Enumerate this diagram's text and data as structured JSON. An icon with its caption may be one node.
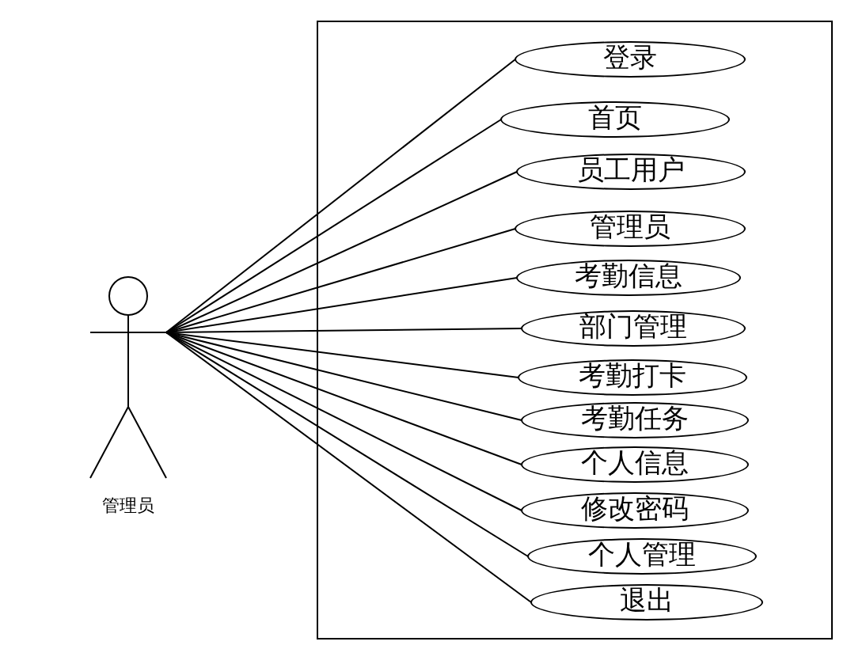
{
  "diagram": {
    "nodes": [
      {
        "text": [
          "管理员"
        ]
      },
      {
        "text": [],
        "shape": "box"
      },
      {
        "text": [
          "登录"
        ],
        "in": 1
      },
      {
        "text": [
          "首页"
        ],
        "in": 1
      },
      {
        "text": [
          "员工用户"
        ],
        "in": 1
      },
      {
        "text": [
          "管理员"
        ],
        "in": 1
      },
      {
        "text": [
          "考勤信息"
        ],
        "in": 1
      },
      {
        "text": [
          "部门管理"
        ],
        "in": 1
      },
      {
        "text": [
          "考勤打卡"
        ],
        "in": 1
      },
      {
        "text": [
          "考勤任务"
        ],
        "in": 1
      },
      {
        "text": [
          "个人信息"
        ],
        "in": 1
      },
      {
        "text": [
          "修改密码"
        ],
        "in": 1
      },
      {
        "text": [
          "个人管理"
        ],
        "in": 1
      },
      {
        "text": [
          "退出"
        ],
        "in": 1
      }
    ],
    "edges": [
      {
        "from": 0,
        "to": 2,
        "arrow": "none"
      },
      {
        "from": 0,
        "to": 3,
        "arrow": "none"
      },
      {
        "from": 0,
        "to": 4,
        "arrow": "none"
      },
      {
        "from": 0,
        "to": 5,
        "arrow": "none"
      },
      {
        "from": 0,
        "to": 6,
        "arrow": "none"
      },
      {
        "from": 0,
        "to": 7,
        "arrow": "none"
      },
      {
        "from": 0,
        "to": 8,
        "arrow": "none"
      },
      {
        "from": 0,
        "to": 9,
        "arrow": "none"
      },
      {
        "from": 0,
        "to": 10,
        "arrow": "none"
      },
      {
        "from": 0,
        "to": 11,
        "arrow": "none"
      },
      {
        "from": 0,
        "to": 12,
        "arrow": "none"
      },
      {
        "from": 0,
        "to": 13,
        "arrow": "none"
      }
    ]
  }
}
